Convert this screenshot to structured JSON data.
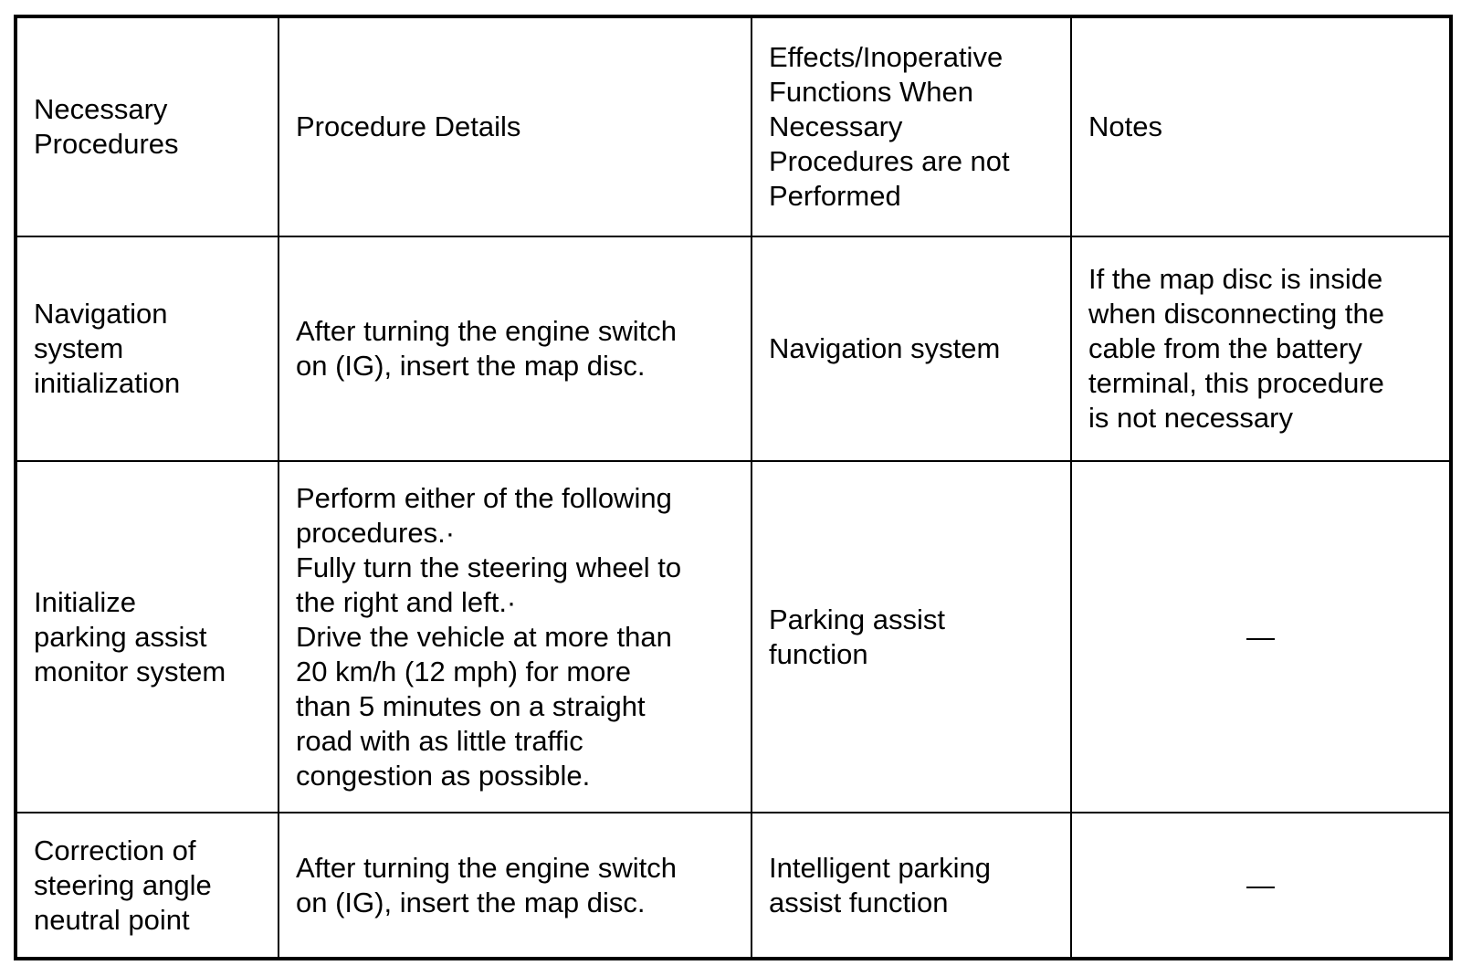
{
  "table": {
    "headers": {
      "necessary_procedures": "Necessary\nProcedures",
      "procedure_details": "Procedure Details",
      "effects": "Effects/Inoperative\nFunctions When\nNecessary\nProcedures are not\nPerformed",
      "notes": "Notes"
    },
    "rows": [
      {
        "procedure": "Navigation\nsystem\ninitialization",
        "details": "After turning the engine switch\non (IG), insert the map disc.",
        "effects": "Navigation system",
        "notes": "If the map disc is inside\nwhen disconnecting the\ncable from the battery\nterminal, this procedure\nis not necessary"
      },
      {
        "procedure": "Initialize\nparking assist\nmonitor system",
        "details": "Perform either of the following\nprocedures.·\nFully turn the steering wheel to\nthe right and left.·\nDrive the vehicle at more than\n20 km/h (12 mph) for more\nthan 5 minutes on a straight\nroad with as little traffic\ncongestion as possible.",
        "effects": "Parking assist\nfunction",
        "notes": "—"
      },
      {
        "procedure": "Correction of\nsteering angle\nneutral point",
        "details": "After turning the engine switch\non (IG), insert the map disc.",
        "effects": "Intelligent parking\nassist function",
        "notes": "—"
      }
    ]
  }
}
